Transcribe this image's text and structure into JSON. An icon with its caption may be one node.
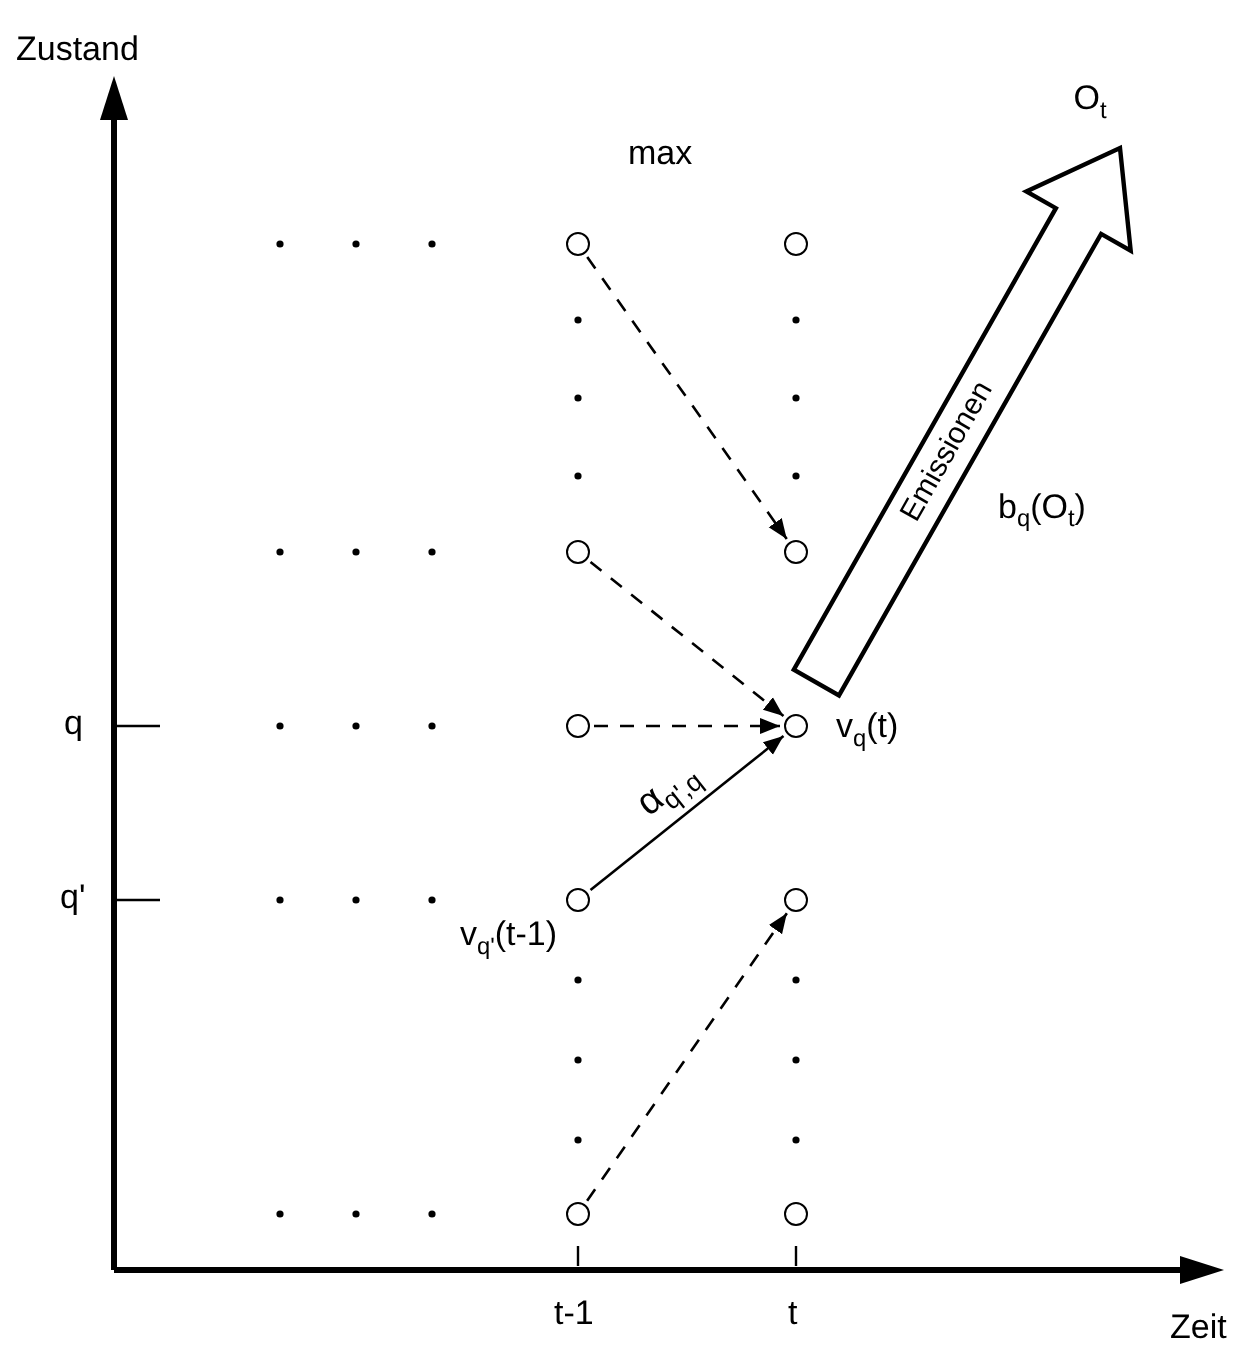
{
  "diagram": {
    "nodes": [
      {
        "text": [],
        "shape": "circle"
      },
      {
        "text": [],
        "shape": "circle"
      },
      {
        "text": [],
        "shape": "circle"
      },
      {
        "text": [],
        "shape": "circle",
        "beside": [
          "v$_{q'}$(t-1)"
        ]
      },
      {
        "text": [],
        "shape": "circle"
      },
      {
        "text": [],
        "shape": "circle"
      },
      {
        "text": [],
        "shape": "circle"
      },
      {
        "text": [],
        "shape": "circle",
        "beside": [
          "v$_{q}$(t)"
        ]
      },
      {
        "text": [],
        "shape": "circle"
      },
      {
        "text": [],
        "shape": "circle"
      },
      {
        "text": [
          "O$_{t}$"
        ]
      }
    ],
    "edges": [
      {
        "from": 0,
        "to": 6,
        "arrow": "to",
        "style": "dashed"
      },
      {
        "from": 1,
        "to": 7,
        "arrow": "to",
        "style": "dashed"
      },
      {
        "from": 2,
        "to": 7,
        "arrow": "to",
        "style": "dashed"
      },
      {
        "from": 3,
        "to": 7,
        "arrow": "to",
        "label": "α$_{q',q}$"
      },
      {
        "from": 4,
        "to": 8,
        "arrow": "to",
        "style": "dashed"
      },
      {
        "from": 7,
        "to": 10,
        "arrow": "to",
        "style": "thick",
        "label": "Emissionen"
      }
    ],
    "labels": [
      "Zustand",
      "max",
      "b$_{q}$(O$_{t}$)",
      "q",
      "q'",
      "t-1",
      "t",
      "Zeit"
    ]
  }
}
